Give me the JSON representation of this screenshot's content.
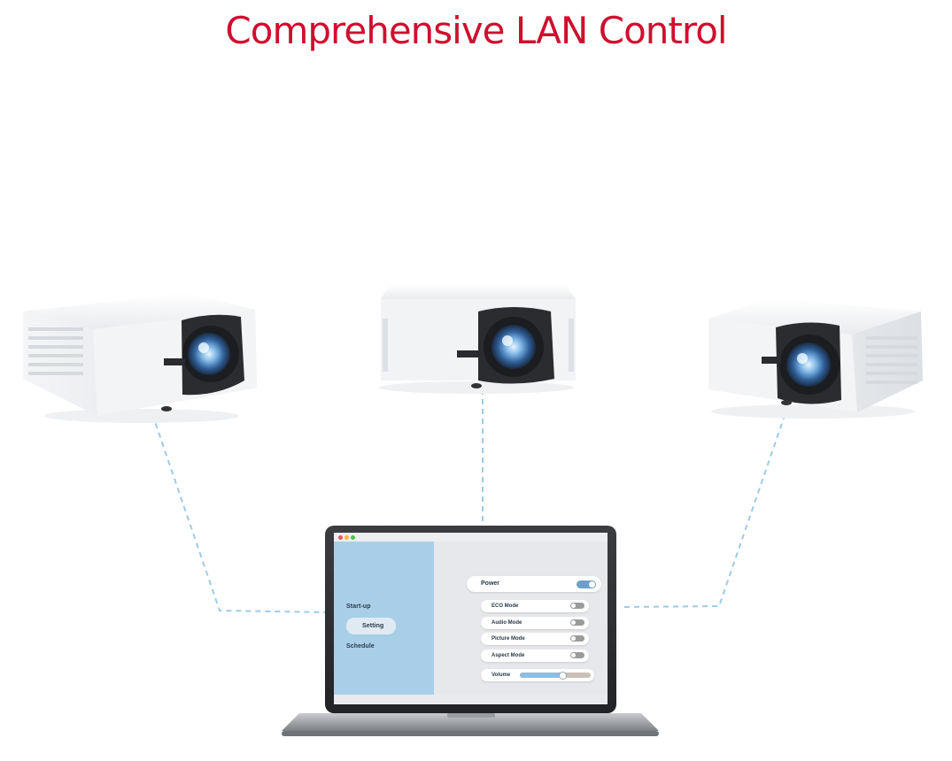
{
  "headline": "Comprehensive LAN Control",
  "colors": {
    "headline": "#cf0f2f",
    "cable": "#9ccbe6",
    "sidebar": "#a9cfe8",
    "toggle_on": "#6e9fcb",
    "volume_fill": "#8fbde0"
  },
  "laptop_ui": {
    "window_controls": [
      "close-dot",
      "minimize-dot",
      "maximize-dot"
    ],
    "sidebar": {
      "items": [
        {
          "label": "Start-up",
          "active": false
        },
        {
          "label": "Setting",
          "active": true
        },
        {
          "label": "Schedule",
          "active": false
        }
      ]
    },
    "settings": {
      "power": {
        "label": "Power",
        "on": true
      },
      "toggles": [
        {
          "label": "ECO Mode",
          "on": false
        },
        {
          "label": "Audio Mode",
          "on": false
        },
        {
          "label": "Picture Mode",
          "on": false
        },
        {
          "label": "Aspect Mode",
          "on": false
        }
      ],
      "volume": {
        "label": "Volume",
        "level": 0.6
      }
    }
  },
  "devices": [
    "projector-left",
    "projector-center",
    "projector-right",
    "laptop"
  ]
}
